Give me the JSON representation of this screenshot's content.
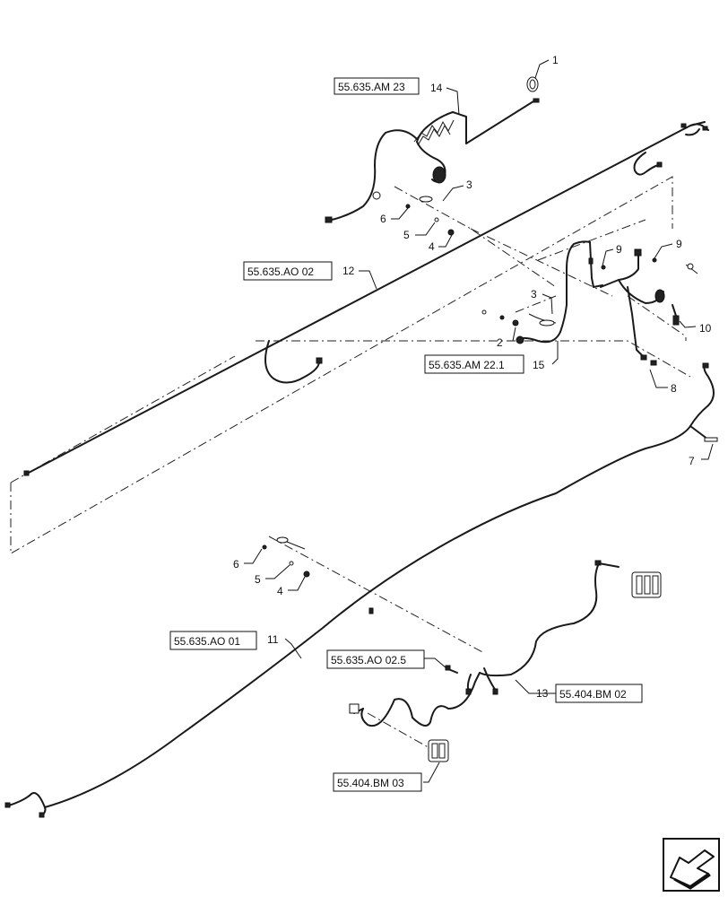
{
  "callouts": [
    {
      "id": "c1",
      "text": "1"
    },
    {
      "id": "c14",
      "text": "14"
    },
    {
      "id": "c3a",
      "text": "3"
    },
    {
      "id": "c6a",
      "text": "6"
    },
    {
      "id": "c5a",
      "text": "5"
    },
    {
      "id": "c4a",
      "text": "4"
    },
    {
      "id": "c12",
      "text": "12"
    },
    {
      "id": "c9a",
      "text": "9"
    },
    {
      "id": "c9b",
      "text": "9"
    },
    {
      "id": "c3b",
      "text": "3"
    },
    {
      "id": "c2",
      "text": "2"
    },
    {
      "id": "c10",
      "text": "10"
    },
    {
      "id": "c15",
      "text": "15"
    },
    {
      "id": "c8",
      "text": "8"
    },
    {
      "id": "c7",
      "text": "7"
    },
    {
      "id": "c6b",
      "text": "6"
    },
    {
      "id": "c5b",
      "text": "5"
    },
    {
      "id": "c4b",
      "text": "4"
    },
    {
      "id": "c11",
      "text": "11"
    },
    {
      "id": "c13",
      "text": "13"
    }
  ],
  "references": [
    {
      "id": "r1",
      "text": "55.635.AM 23"
    },
    {
      "id": "r2",
      "text": "55.635.AO 02"
    },
    {
      "id": "r3",
      "text": "55.635.AM 22.1"
    },
    {
      "id": "r4",
      "text": "55.635.AO 01"
    },
    {
      "id": "r5",
      "text": "55.635.AO 02.5"
    },
    {
      "id": "r6",
      "text": "55.404.BM 02"
    },
    {
      "id": "r7",
      "text": "55.404.BM 03"
    }
  ],
  "icons": [
    "next-page-arrow-icon"
  ]
}
